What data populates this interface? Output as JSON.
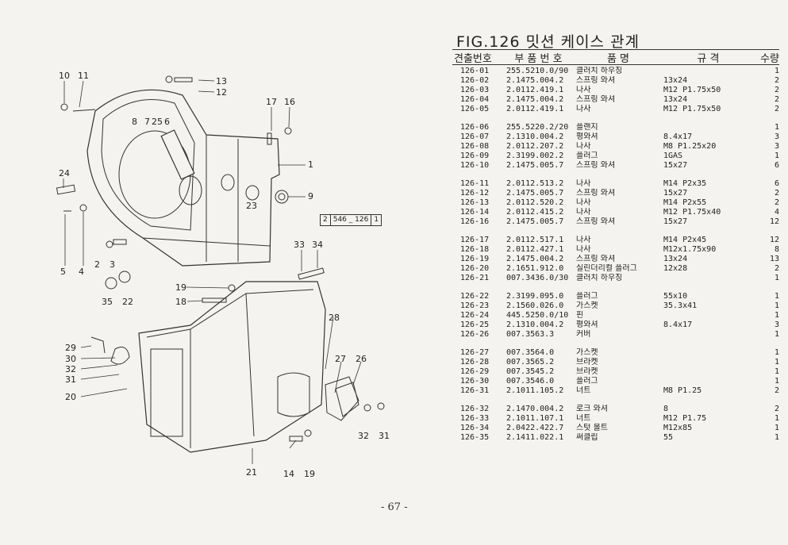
{
  "figure": {
    "title": "FIG.126 밋션 케이스 관계",
    "ref_box": [
      "2",
      "546 _ 126",
      "1"
    ]
  },
  "table": {
    "headers": {
      "no": "견출번호",
      "part_no": "부 품 번 호",
      "name": "품     명",
      "spec": "규     격",
      "qty": "수량"
    },
    "groups": [
      [
        {
          "no": "126-01",
          "part": "255.5210.0/90",
          "name": "클러치 하우징",
          "spec": "",
          "qty": "1"
        },
        {
          "no": "126-02",
          "part": "2.1475.004.2",
          "name": "스프링 와셔",
          "spec": "13x24",
          "qty": "2"
        },
        {
          "no": "126-03",
          "part": "2.0112.419.1",
          "name": "나사",
          "spec": "M12 P1.75x50",
          "qty": "2"
        },
        {
          "no": "126-04",
          "part": "2.1475.004.2",
          "name": "스프링 와셔",
          "spec": "13x24",
          "qty": "2"
        },
        {
          "no": "126-05",
          "part": "2.0112.419.1",
          "name": "나사",
          "spec": "M12 P1.75x50",
          "qty": "2"
        }
      ],
      [
        {
          "no": "126-06",
          "part": "255.5220.2/20",
          "name": "플랜지",
          "spec": "",
          "qty": "1"
        },
        {
          "no": "126-07",
          "part": "2.1310.004.2",
          "name": "평와셔",
          "spec": "8.4x17",
          "qty": "3"
        },
        {
          "no": "126-08",
          "part": "2.0112.207.2",
          "name": "나사",
          "spec": "M8 P1.25x20",
          "qty": "3"
        },
        {
          "no": "126-09",
          "part": "2.3199.002.2",
          "name": "플러그",
          "spec": "1GAS",
          "qty": "1"
        },
        {
          "no": "126-10",
          "part": "2.1475.005.7",
          "name": "스프링 와셔",
          "spec": "15x27",
          "qty": "6"
        }
      ],
      [
        {
          "no": "126-11",
          "part": "2.0112.513.2",
          "name": "나사",
          "spec": "M14 P2x35",
          "qty": "6"
        },
        {
          "no": "126-12",
          "part": "2.1475.005.7",
          "name": "스프링 와셔",
          "spec": "15x27",
          "qty": "2"
        },
        {
          "no": "126-13",
          "part": "2.0112.520.2",
          "name": "나사",
          "spec": "M14 P2x55",
          "qty": "2"
        },
        {
          "no": "126-14",
          "part": "2.0112.415.2",
          "name": "나사",
          "spec": "M12 P1.75x40",
          "qty": "4"
        },
        {
          "no": "126-16",
          "part": "2.1475.005.7",
          "name": "스프링 와셔",
          "spec": "15x27",
          "qty": "12"
        }
      ],
      [
        {
          "no": "126-17",
          "part": "2.0112.517.1",
          "name": "나사",
          "spec": "M14 P2x45",
          "qty": "12"
        },
        {
          "no": "126-18",
          "part": "2.0112.427.1",
          "name": "나사",
          "spec": "M12x1.75x90",
          "qty": "8"
        },
        {
          "no": "126-19",
          "part": "2.1475.004.2",
          "name": "스프링 와셔",
          "spec": "13x24",
          "qty": "13"
        },
        {
          "no": "126-20",
          "part": "2.1651.912.0",
          "name": "실린더리컬 플러그",
          "spec": "12x28",
          "qty": "2"
        },
        {
          "no": "126-21",
          "part": "007.3436.0/30",
          "name": "클러치 하우징",
          "spec": "",
          "qty": "1"
        }
      ],
      [
        {
          "no": "126-22",
          "part": "2.3199.095.0",
          "name": "플러그",
          "spec": "55x10",
          "qty": "1"
        },
        {
          "no": "126-23",
          "part": "2.1560.026.0",
          "name": "가스켓",
          "spec": "35.3x41",
          "qty": "1"
        },
        {
          "no": "126-24",
          "part": "445.5250.0/10",
          "name": "핀",
          "spec": "",
          "qty": "1"
        },
        {
          "no": "126-25",
          "part": "2.1310.004.2",
          "name": "평와셔",
          "spec": "8.4x17",
          "qty": "3"
        },
        {
          "no": "126-26",
          "part": "007.3563.3",
          "name": "커버",
          "spec": "",
          "qty": "1"
        }
      ],
      [
        {
          "no": "126-27",
          "part": "007.3564.0",
          "name": "가스켓",
          "spec": "",
          "qty": "1"
        },
        {
          "no": "126-28",
          "part": "007.3565.2",
          "name": "브라켓",
          "spec": "",
          "qty": "1"
        },
        {
          "no": "126-29",
          "part": "007.3545.2",
          "name": "브라켓",
          "spec": "",
          "qty": "1"
        },
        {
          "no": "126-30",
          "part": "007.3546.0",
          "name": "플러그",
          "spec": "",
          "qty": "1"
        },
        {
          "no": "126-31",
          "part": "2.1011.105.2",
          "name": "너트",
          "spec": "M8 P1.25",
          "qty": "2"
        }
      ],
      [
        {
          "no": "126-32",
          "part": "2.1470.004.2",
          "name": "로크 와셔",
          "spec": "8",
          "qty": "2"
        },
        {
          "no": "126-33",
          "part": "2.1011.107.1",
          "name": "너트",
          "spec": "M12 P1.75",
          "qty": "1"
        },
        {
          "no": "126-34",
          "part": "2.0422.422.7",
          "name": "스텃 볼트",
          "spec": "M12x85",
          "qty": "1"
        },
        {
          "no": "126-35",
          "part": "2.1411.022.1",
          "name": "써클립",
          "spec": "55",
          "qty": "1"
        }
      ]
    ]
  },
  "callouts": [
    "10",
    "11",
    "13",
    "12",
    "17",
    "16",
    "8",
    "7",
    "25",
    "6",
    "1",
    "24",
    "9",
    "23",
    "5",
    "4",
    "2",
    "3",
    "33",
    "34",
    "35",
    "22",
    "19",
    "18",
    "28",
    "29",
    "30",
    "32",
    "31",
    "27",
    "26",
    "20",
    "32",
    "31",
    "21",
    "14",
    "19"
  ],
  "page_number": "- 67 -"
}
